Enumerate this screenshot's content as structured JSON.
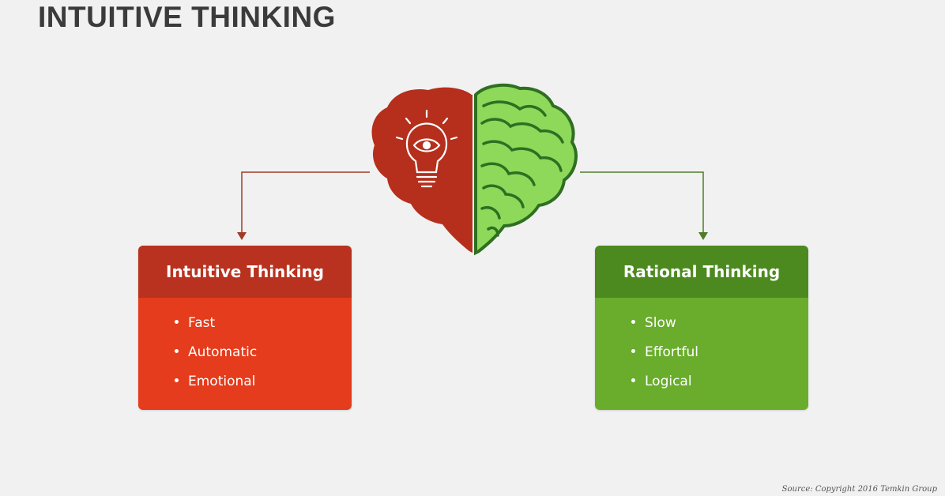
{
  "title": "INTUITIVE THINKING",
  "colors": {
    "background": "#f1f1f1",
    "title": "#3b3b3b",
    "red_dark": "#b8321f",
    "red": "#e43c1c",
    "green_dark": "#4c8a1f",
    "green": "#6aad2d",
    "brain_left": "#b52f1c",
    "brain_right": "#8ed95a",
    "connector": "#a33a26"
  },
  "icons": {
    "brain": "brain-heart-icon",
    "lightbulb": "lightbulb-eye-icon"
  },
  "left_card": {
    "heading": "Intuitive Thinking",
    "items": [
      "Fast",
      "Automatic",
      "Emotional"
    ]
  },
  "right_card": {
    "heading": "Rational Thinking",
    "items": [
      "Slow",
      "Effortful",
      "Logical"
    ]
  },
  "source": "Source: Copyright 2016 Temkin Group"
}
